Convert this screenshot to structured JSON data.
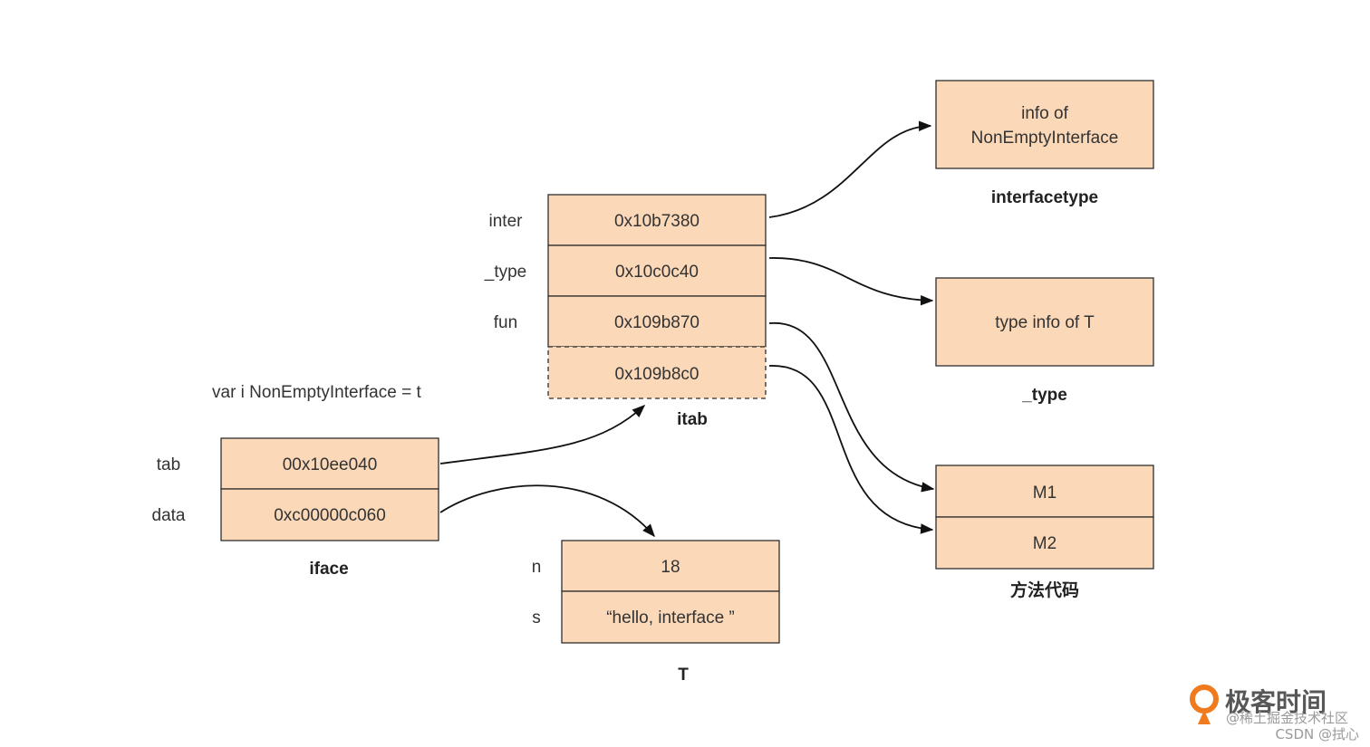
{
  "colors": {
    "box_fill": "#fbd8b8",
    "box_stroke": "#2e2e2e",
    "arrow": "#111111",
    "logo_accent": "#f07a1e"
  },
  "itab": {
    "caption": "itab",
    "rows": [
      {
        "label": "inter",
        "value": "0x10b7380"
      },
      {
        "label": "_type",
        "value": "0x10c0c40"
      },
      {
        "label": "fun",
        "value": "0x109b870"
      },
      {
        "label": "",
        "value": "0x109b8c0"
      }
    ]
  },
  "interfacetype": {
    "lines": [
      "info of",
      "NonEmptyInterface"
    ],
    "caption": "interfacetype"
  },
  "typebox": {
    "text": "type info of T",
    "caption": "_type"
  },
  "methods": {
    "rows": [
      "M1",
      "M2"
    ],
    "caption": "方法代码"
  },
  "statement": "var i NonEmptyInterface = t",
  "iface": {
    "caption": "iface",
    "rows": [
      {
        "label": "tab",
        "value": "00x10ee040"
      },
      {
        "label": "data",
        "value": "0xc00000c060"
      }
    ]
  },
  "tstruct": {
    "caption": "T",
    "rows": [
      {
        "label": "n",
        "value": "18"
      },
      {
        "label": "s",
        "value": "“hello, interface ”"
      }
    ]
  },
  "watermark": {
    "brand": "极客时间",
    "community": "@稀土掘金技术社区",
    "csdn": "CSDN @拭心"
  }
}
